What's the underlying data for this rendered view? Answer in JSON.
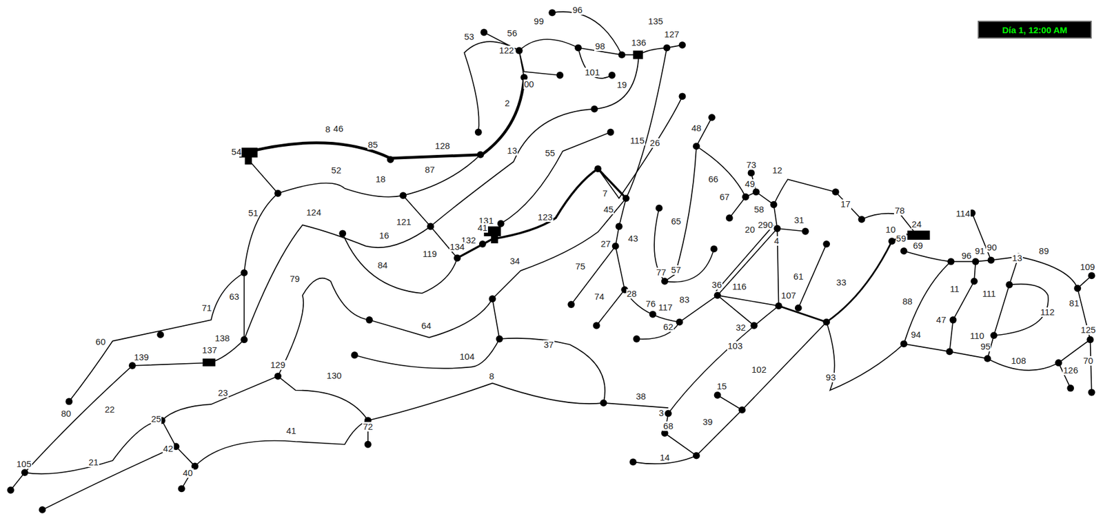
{
  "diagram": {
    "nodes": [
      {
        "text": [
          "Día 1, 12:00 AM"
        ]
      }
    ],
    "labels": [
      "96",
      "99",
      "135",
      "53",
      "56",
      "122",
      "98",
      "136",
      "127",
      "101",
      "19",
      "00",
      "2",
      "8",
      "46",
      "85",
      "128",
      "54",
      "13",
      "55",
      "115",
      "26",
      "48",
      "52",
      "18",
      "87",
      "7",
      "45",
      "66",
      "73",
      "12",
      "49",
      "67",
      "58",
      "17",
      "78",
      "51",
      "124",
      "121",
      "16",
      "131",
      "41",
      "123",
      "43",
      "65",
      "20",
      "290",
      "31",
      "4",
      "10",
      "59",
      "24",
      "69",
      "114",
      "132",
      "119",
      "134",
      "27",
      "84",
      "34",
      "75",
      "77",
      "57",
      "96",
      "91",
      "90",
      "13",
      "89",
      "109",
      "79",
      "63",
      "71",
      "74",
      "28",
      "76",
      "117",
      "83",
      "36",
      "116",
      "107",
      "61",
      "33",
      "11",
      "111",
      "112",
      "81",
      "62",
      "32",
      "64",
      "88",
      "47",
      "125",
      "60",
      "138",
      "139",
      "137",
      "37",
      "104",
      "103",
      "94",
      "110",
      "95",
      "108",
      "70",
      "126",
      "129",
      "130",
      "102",
      "8",
      "93",
      "23",
      "80",
      "38",
      "3",
      "68",
      "15",
      "22",
      "25",
      "39",
      "72",
      "41",
      "42",
      "21",
      "105",
      "40",
      "14"
    ]
  }
}
